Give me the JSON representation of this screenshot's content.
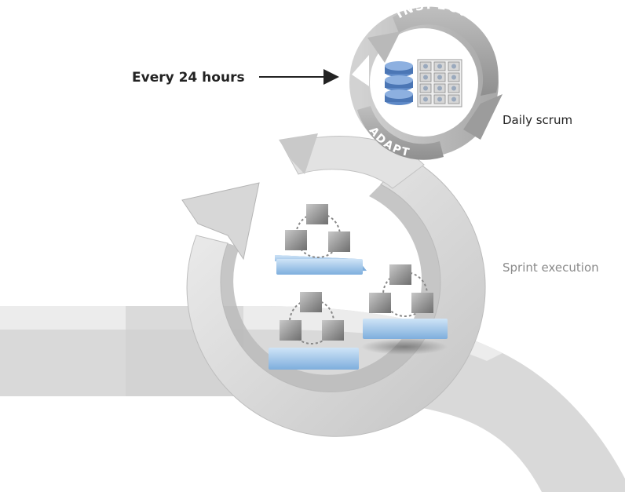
{
  "labels": {
    "every_24_hours": "Every 24 hours",
    "inspect": "INSPECT",
    "adapt": "ADAPT",
    "daily_scrum": "Daily scrum",
    "sprint_execution": "Sprint execution"
  },
  "colors": {
    "background": "#ffffff",
    "arrow_light": "#e6e6e6",
    "arrow_mid": "#cfcfcf",
    "arrow_dark": "#a8a8a8",
    "platform_blue": "#a8cdef",
    "platform_blue_dark": "#6f9fd0",
    "cube_gray": "#8e8e8e",
    "label_dark": "#222222",
    "label_light": "#8a8a8a",
    "ribbon_text": "#ffffff"
  },
  "icons": [
    "backlog-stack-icon",
    "task-board-icon",
    "team-cube-icon",
    "team-platform-icon"
  ]
}
